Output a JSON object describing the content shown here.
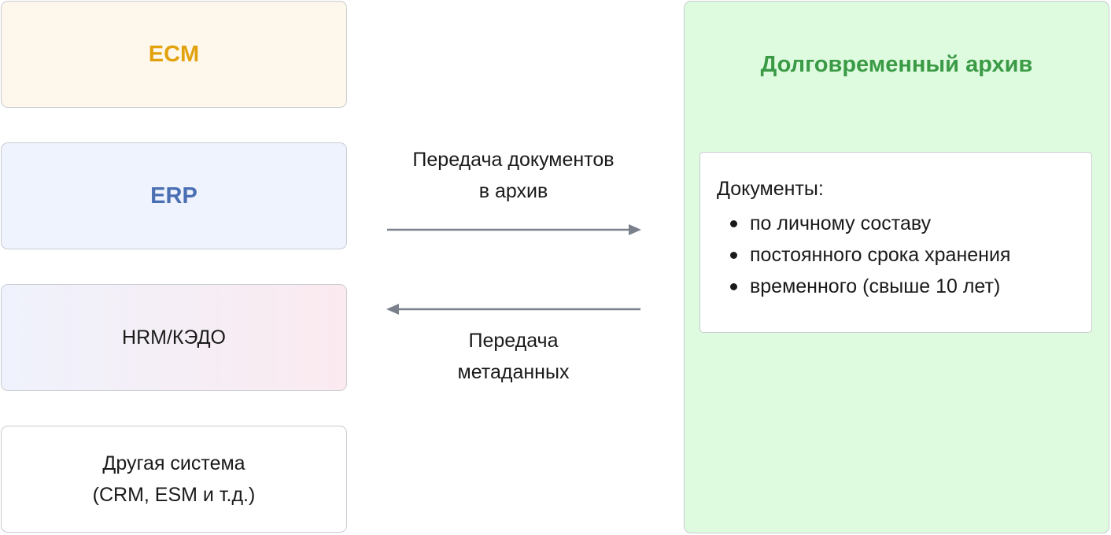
{
  "systems": {
    "ecm": "ECM",
    "erp": "ERP",
    "hrm": "HRM/КЭДО",
    "other_line1": "Другая система",
    "other_line2": "(CRM, ESM и т.д.)"
  },
  "flows": {
    "to_archive_line1": "Передача документов",
    "to_archive_line2": "в архив",
    "metadata_line1": "Передача",
    "metadata_line2": "метаданных"
  },
  "archive": {
    "title": "Долговременный архив",
    "documents_heading": "Документы:",
    "documents": [
      "по личному составу",
      "постоянного срока хранения",
      "временного (свыше 10 лет)"
    ]
  },
  "colors": {
    "ecm": "#e2a20d",
    "erp": "#4a6fb3",
    "archive_title": "#3a9a45",
    "archive_bg": "#dffbdf",
    "arrow": "#7a818c"
  }
}
